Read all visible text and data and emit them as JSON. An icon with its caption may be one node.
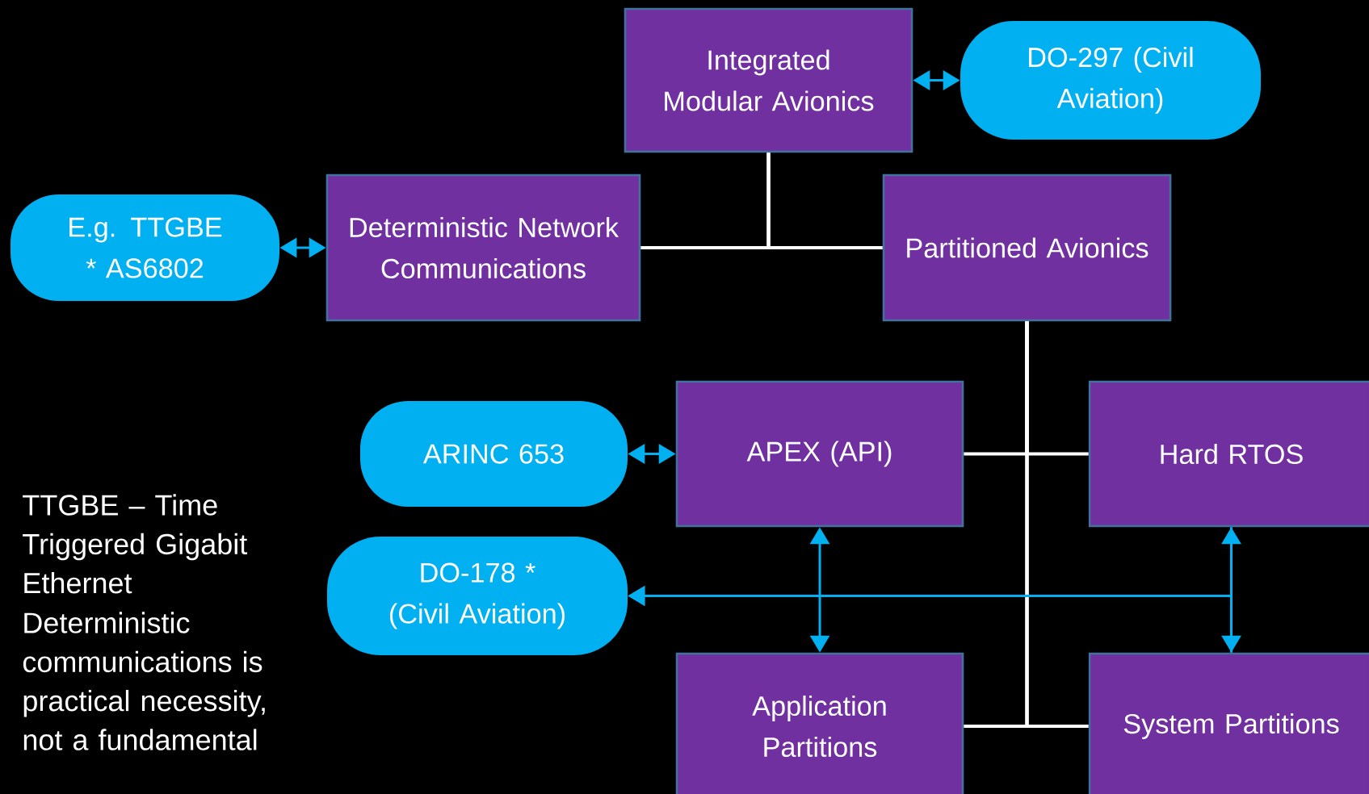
{
  "diagram": {
    "nodes": [
      {
        "text": [
          "Integrated Modular Avionics"
        ]
      },
      {
        "text": [
          "DO-297 (Civil Aviation)"
        ]
      },
      {
        "text": [
          "E.g. TTGBE * AS6802"
        ]
      },
      {
        "text": [
          "Deterministic Network Communications"
        ]
      },
      {
        "text": [
          "Partitioned Avionics"
        ]
      },
      {
        "text": [
          "ARINC 653"
        ]
      },
      {
        "text": [
          "APEX (API)"
        ]
      },
      {
        "text": [
          "Hard RTOS"
        ]
      },
      {
        "text": [
          "DO-178 * (Civil Aviation)"
        ]
      },
      {
        "text": [
          "Application Partitions"
        ]
      },
      {
        "text": [
          "System Partitions"
        ]
      }
    ],
    "edges": [
      {
        "from": 0,
        "to": 1,
        "arrow": "both"
      },
      {
        "from": 2,
        "to": 3,
        "arrow": "both"
      },
      {
        "from": 0,
        "to": 3,
        "arrow": "none",
        "color": "#ffffff"
      },
      {
        "from": 0,
        "to": 4,
        "arrow": "none",
        "color": "#ffffff"
      },
      {
        "from": 4,
        "to": 6,
        "arrow": "none",
        "color": "#ffffff"
      },
      {
        "from": 4,
        "to": 7,
        "arrow": "none",
        "color": "#ffffff"
      },
      {
        "from": 4,
        "to": 9,
        "arrow": "none",
        "color": "#ffffff"
      },
      {
        "from": 4,
        "to": 10,
        "arrow": "none",
        "color": "#ffffff"
      },
      {
        "from": 5,
        "to": 6,
        "arrow": "both"
      },
      {
        "from": 6,
        "to": 9,
        "arrow": "both"
      },
      {
        "from": 7,
        "to": 10,
        "arrow": "both"
      },
      {
        "from": 7,
        "to": 8,
        "arrow": "to"
      },
      {
        "from": 10,
        "to": 8,
        "arrow": "to"
      }
    ],
    "labels": [
      "TTGBE – Time Triggered Gigabit Ethernet",
      "Deterministic communications is practical necessity, not a fundamental"
    ]
  }
}
